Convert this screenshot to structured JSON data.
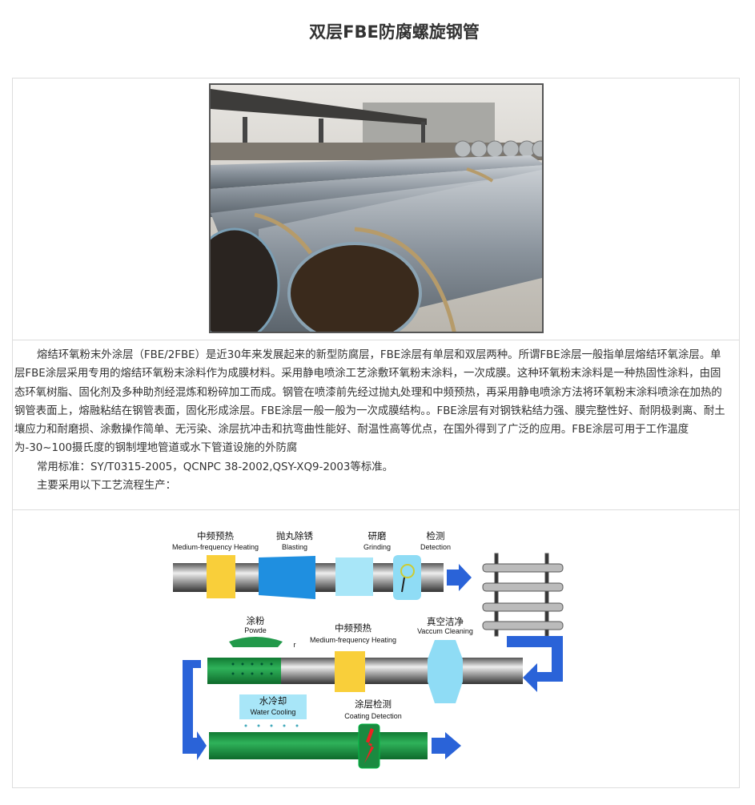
{
  "title": "双层FBE防腐螺旋钢管",
  "description": {
    "paragraph": "熔结环氧粉末外涂层（FBE/2FBE）是近30年来发展起来的新型防腐层，FBE涂层有单层和双层两种。所谓FBE涂层一般指单层熔结环氧涂层。单层FBE涂层采用专用的熔结环氧粉末涂料作为成膜材料。采用静电喷涂工艺涂敷环氧粉末涂料，一次成膜。这种环氧粉末涂料是一种热固性涂料，由固态环氧树脂、固化剂及多种助剂经混炼和粉碎加工而成。钢管在喷漆前先经过抛丸处理和中频预热，再采用静电喷涂方法将环氧粉末涂料喷涂在加热的钢管表面上，熔融粘结在钢管表面，固化形成涂层。FBE涂层一般一般为一次成膜结构。。FBE涂层有对钢铁粘结力强、膜完整性好、耐阴极剥离、耐土壤应力和耐磨损、涂敷操作简单、无污染、涂层抗冲击和抗弯曲性能好、耐温性高等优点，在国外得到了广泛的应用。FBE涂层可用于工作温度为-30~100摄氏度的钢制埋地管道或水下管道设施的外防腐",
    "standards": "常用标准：SY/T0315-2005，QCNPC 38-2002,QSY-XQ9-2003等标准。",
    "process_intro": "主要采用以下工艺流程生产："
  },
  "diagram": {
    "steps": [
      {
        "zh": "中频预热",
        "en": "Medium-frequency Heating"
      },
      {
        "zh": "抛丸除锈",
        "en": "Blasting"
      },
      {
        "zh": "研磨",
        "en": "Grinding"
      },
      {
        "zh": "检测",
        "en": "Detection"
      },
      {
        "zh": "涂粉",
        "en": "Powde",
        "stray": "r"
      },
      {
        "zh": "中频预热",
        "en": "Medium-frequency Heating"
      },
      {
        "zh": "真空洁净",
        "en": "Vaccum Cleaning"
      },
      {
        "zh": "水冷却",
        "en": "Water Cooling"
      },
      {
        "zh": "涂层检测",
        "en": "Coating Detection"
      }
    ],
    "colors": {
      "yellow": "#f9cf3a",
      "blue": "#2a63d8",
      "green": "#22994a",
      "lightblue": "#8fdcf5"
    }
  }
}
